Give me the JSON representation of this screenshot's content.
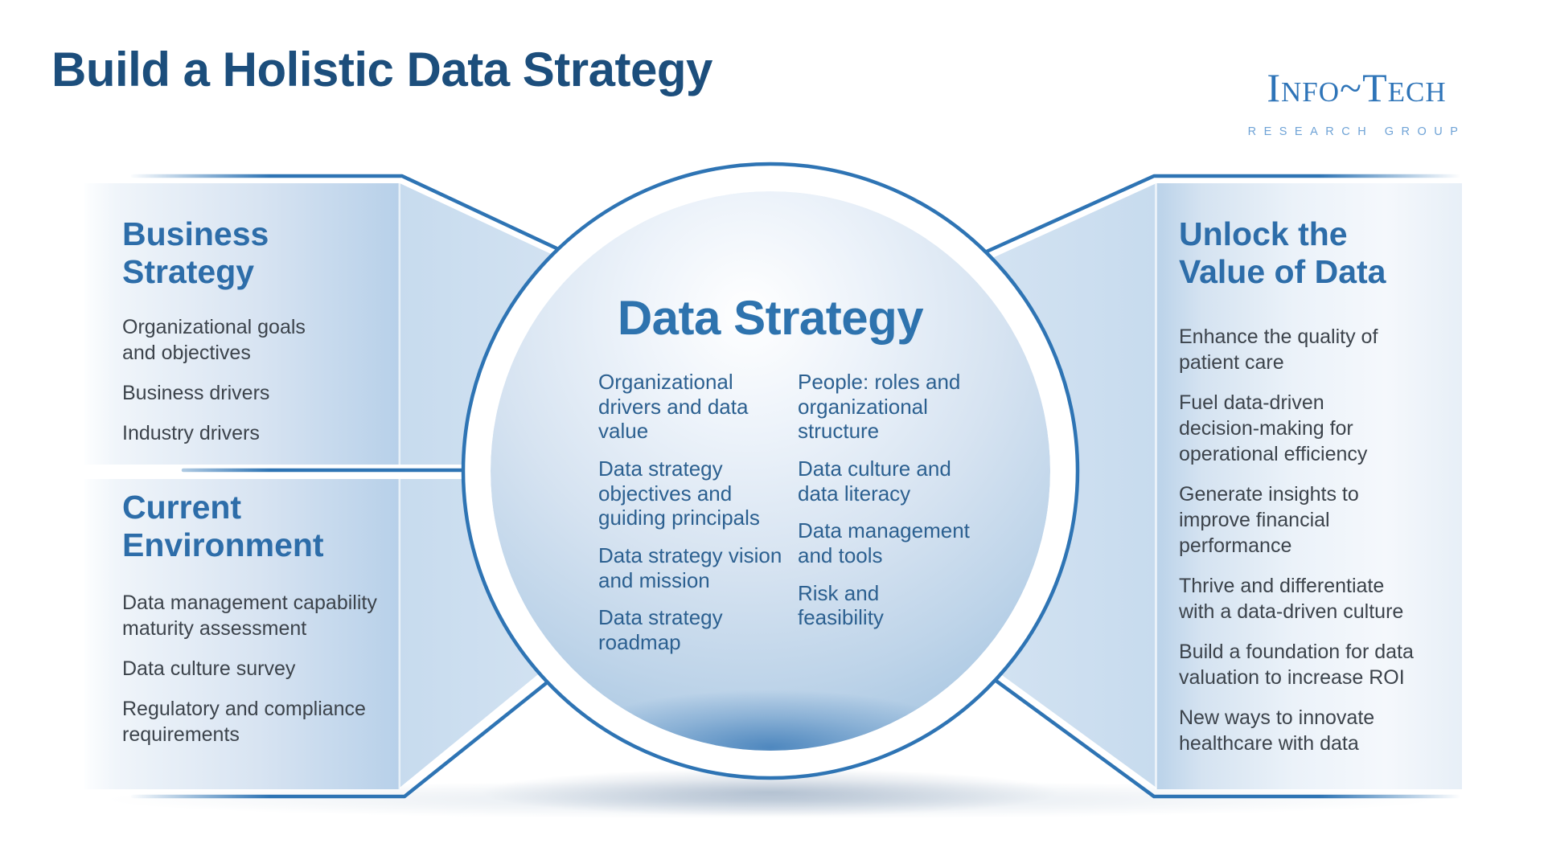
{
  "title": "Build a Holistic Data Strategy",
  "logo": {
    "brand": "Info~Tech",
    "subtitle": "RESEARCH GROUP"
  },
  "left_panels": {
    "business_strategy": {
      "heading": "Business\nStrategy",
      "items": [
        "Organizational goals\nand objectives",
        "Business drivers",
        "Industry drivers"
      ]
    },
    "current_environment": {
      "heading": "Current\nEnvironment",
      "items": [
        "Data management capability\nmaturity assessment",
        "Data culture survey",
        "Regulatory and compliance\nrequirements"
      ]
    }
  },
  "center": {
    "title": "Data Strategy",
    "column_1": [
      "Organizational\ndrivers and data\nvalue",
      "Data strategy\nobjectives and\nguiding principals",
      "Data strategy vision\nand mission",
      "Data strategy\nroadmap"
    ],
    "column_2": [
      "People: roles and\norganizational\nstructure",
      "Data culture and\ndata literacy",
      "Data management\nand tools",
      "Risk and\nfeasibility"
    ]
  },
  "right_panel": {
    "heading": "Unlock the\nValue of Data",
    "items": [
      "Enhance the quality of\npatient care",
      "Fuel data-driven\ndecision-making for\noperational efficiency",
      "Generate insights to\nimprove financial\nperformance",
      "Thrive and differentiate\nwith a data-driven culture",
      "Build a foundation for data\nvaluation to increase ROI",
      "New ways to innovate\nhealthcare with data"
    ]
  },
  "colors": {
    "accent_blue": "#2E74B4",
    "heading_blue": "#2D6DA9",
    "title_navy": "#1C4E7C",
    "center_title_blue": "#2E73AE",
    "center_text_blue": "#2C6090",
    "body_text": "#3C434B",
    "logo_blue": "#2E74B8",
    "logo_subtitle_blue": "#6FA3D6"
  }
}
